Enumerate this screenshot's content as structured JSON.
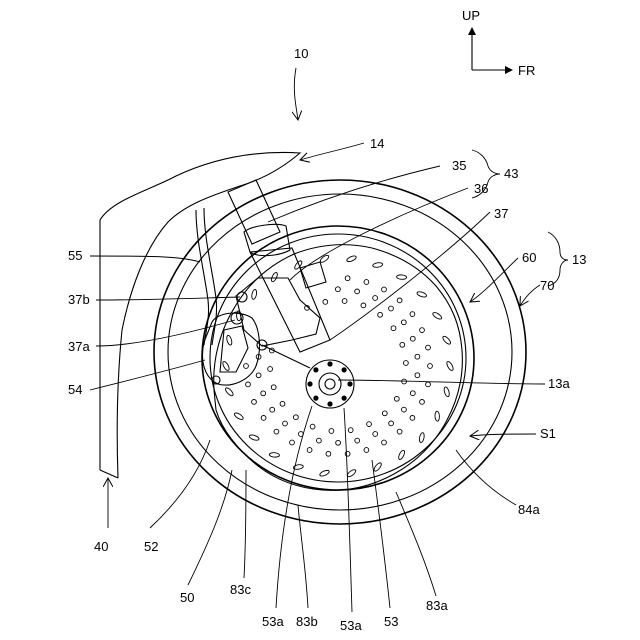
{
  "orientation": {
    "up": "UP",
    "forward": "FR"
  },
  "labels": {
    "l10": "10",
    "l14": "14",
    "l35": "35",
    "l43": "43",
    "l36": "36",
    "l37": "37",
    "l60": "60",
    "l13": "13",
    "l70": "70",
    "l55": "55",
    "l37b": "37b",
    "l37a": "37a",
    "l54": "54",
    "l13a": "13a",
    "lS1": "S1",
    "l84a": "84a",
    "l40": "40",
    "l52": "52",
    "l50": "50",
    "l83c": "83c",
    "l53a_1": "53a",
    "l83b": "83b",
    "l53a_2": "53a",
    "l53": "53",
    "l83a": "83a"
  }
}
